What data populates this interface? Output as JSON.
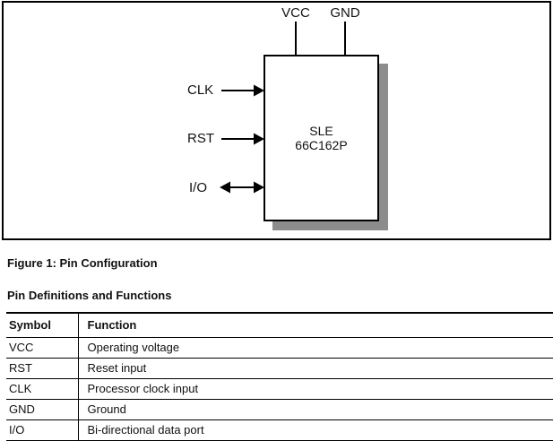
{
  "diagram": {
    "chip_name_line1": "SLE",
    "chip_name_line2": "66C162P",
    "top_pins": [
      {
        "label": "VCC"
      },
      {
        "label": "GND"
      }
    ],
    "left_pins": [
      {
        "label": "CLK",
        "direction": "input"
      },
      {
        "label": "RST",
        "direction": "input"
      },
      {
        "label": "I/O",
        "direction": "bidirectional"
      }
    ]
  },
  "figure_caption": "Figure 1: Pin Configuration",
  "section_heading": "Pin Definitions and Functions",
  "table": {
    "headers": [
      "Symbol",
      "Function"
    ],
    "rows": [
      {
        "symbol": "VCC",
        "function": "Operating voltage"
      },
      {
        "symbol": "RST",
        "function": "Reset input"
      },
      {
        "symbol": "CLK",
        "function": "Processor clock input"
      },
      {
        "symbol": "GND",
        "function": "Ground"
      },
      {
        "symbol": "I/O",
        "function": "Bi-directional data port"
      }
    ]
  },
  "colors": {
    "line": "#000000",
    "text": "#111111",
    "chip_shadow": "#8c8c8c",
    "background": "#ffffff"
  }
}
